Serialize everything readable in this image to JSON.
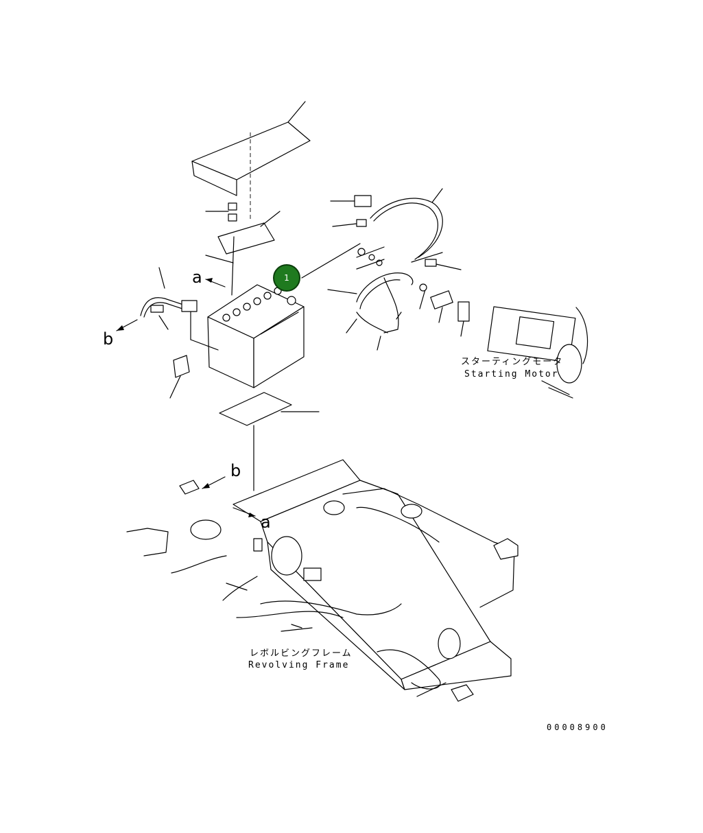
{
  "callout": {
    "number": "1",
    "color": "#1f7a1f"
  },
  "view_labels": {
    "a_top": "a",
    "b_top": "b",
    "a_frame": "a",
    "b_frame": "b"
  },
  "starting_motor": {
    "jp": "スターティングモータ",
    "en": "Starting Motor"
  },
  "revolving_frame": {
    "jp": "レボルビングフレーム",
    "en": "Revolving Frame"
  },
  "document_number": "00008900"
}
